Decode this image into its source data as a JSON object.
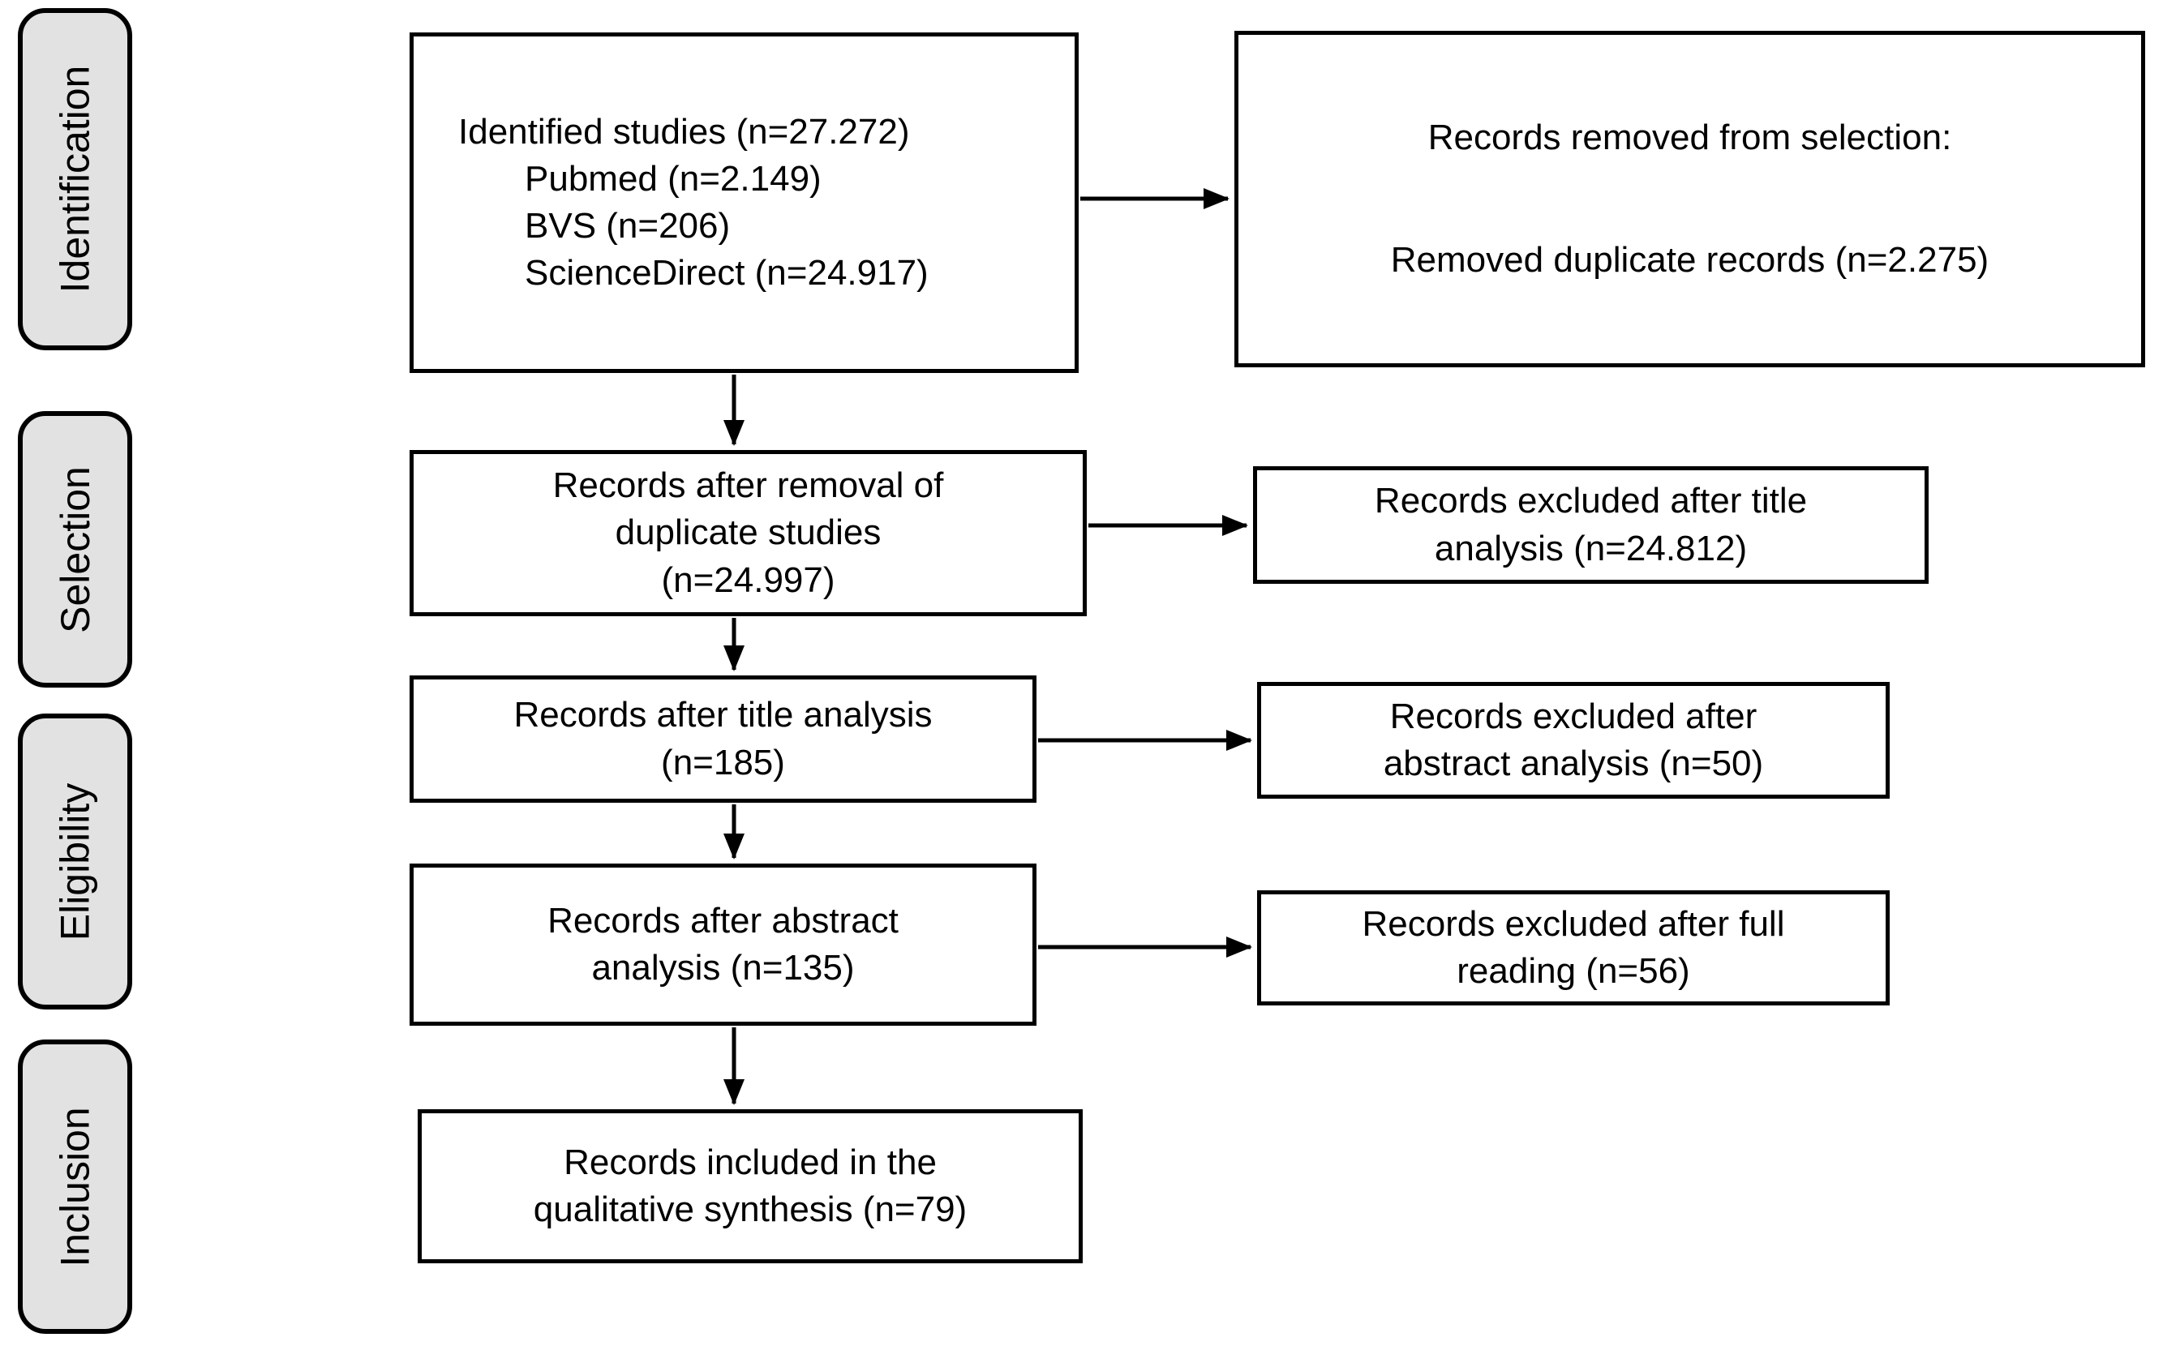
{
  "sidebar": {
    "stages": [
      {
        "label": "Identification"
      },
      {
        "label": "Selection"
      },
      {
        "label": "Eligibility"
      },
      {
        "label": "Inclusion"
      }
    ]
  },
  "boxes": {
    "identified": {
      "lines": [
        "Identified studies (n=27.272)",
        "Pubmed (n=2.149)",
        "BVS (n=206)",
        "ScienceDirect (n=24.917)"
      ]
    },
    "removed_from_selection": {
      "lines": [
        "Records removed from selection:",
        "Removed duplicate records (n=2.275)"
      ]
    },
    "after_duplicate_removal": {
      "lines": [
        "Records after removal of",
        "duplicate studies",
        "(n=24.997)"
      ]
    },
    "excluded_after_title": {
      "lines": [
        "Records excluded after title",
        "analysis (n=24.812)"
      ]
    },
    "after_title": {
      "lines": [
        "Records after title analysis",
        "(n=185)"
      ]
    },
    "excluded_after_abstract": {
      "lines": [
        "Records excluded after",
        "abstract analysis (n=50)"
      ]
    },
    "after_abstract": {
      "lines": [
        "Records after abstract",
        "analysis (n=135)"
      ]
    },
    "excluded_after_full_reading": {
      "lines": [
        "Records excluded after full",
        "reading (n=56)"
      ]
    },
    "included": {
      "lines": [
        "Records included in the",
        "qualitative synthesis (n=79)"
      ]
    }
  },
  "colors": {
    "background": "#ffffff",
    "box_fill": "#ffffff",
    "stage_fill": "#e2e2e2",
    "border": "#000000",
    "text": "#000000"
  }
}
